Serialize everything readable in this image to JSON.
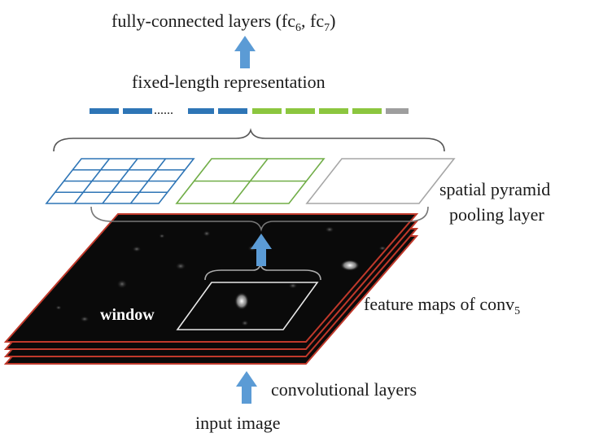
{
  "labels": {
    "fc_layers_prefix": "fully-connected layers (fc",
    "fc_sub_a": "6",
    "fc_mid": ", fc",
    "fc_sub_b": "7",
    "fc_suffix": ")",
    "fixed_length": "fixed-length representation",
    "dots": "......",
    "spp_line1": "spatial pyramid",
    "spp_line2": "pooling layer",
    "feature_maps_prefix": "feature maps of conv",
    "feature_maps_sub": "5",
    "window": "window",
    "conv_layers": "convolutional layers",
    "input_image": "input image"
  },
  "colors": {
    "arrow": "#5b9bd5",
    "blue_bin": "#2e75b6",
    "green_bin": "#8cc63f",
    "gray_bin": "#9e9e9e",
    "grid_blue": "#2e75b6",
    "grid_green": "#70ad47",
    "grid_gray": "#a6a6a6",
    "feature_map_fill": "#0a0a0a",
    "feature_map_edge": "#c0392b",
    "bracket": "#555555",
    "window_outline": "#e8e8e8"
  },
  "pyramid_levels": [
    {
      "grid": "4x4",
      "color": "blue"
    },
    {
      "grid": "2x2",
      "color": "green"
    },
    {
      "grid": "1x1",
      "color": "gray"
    }
  ]
}
